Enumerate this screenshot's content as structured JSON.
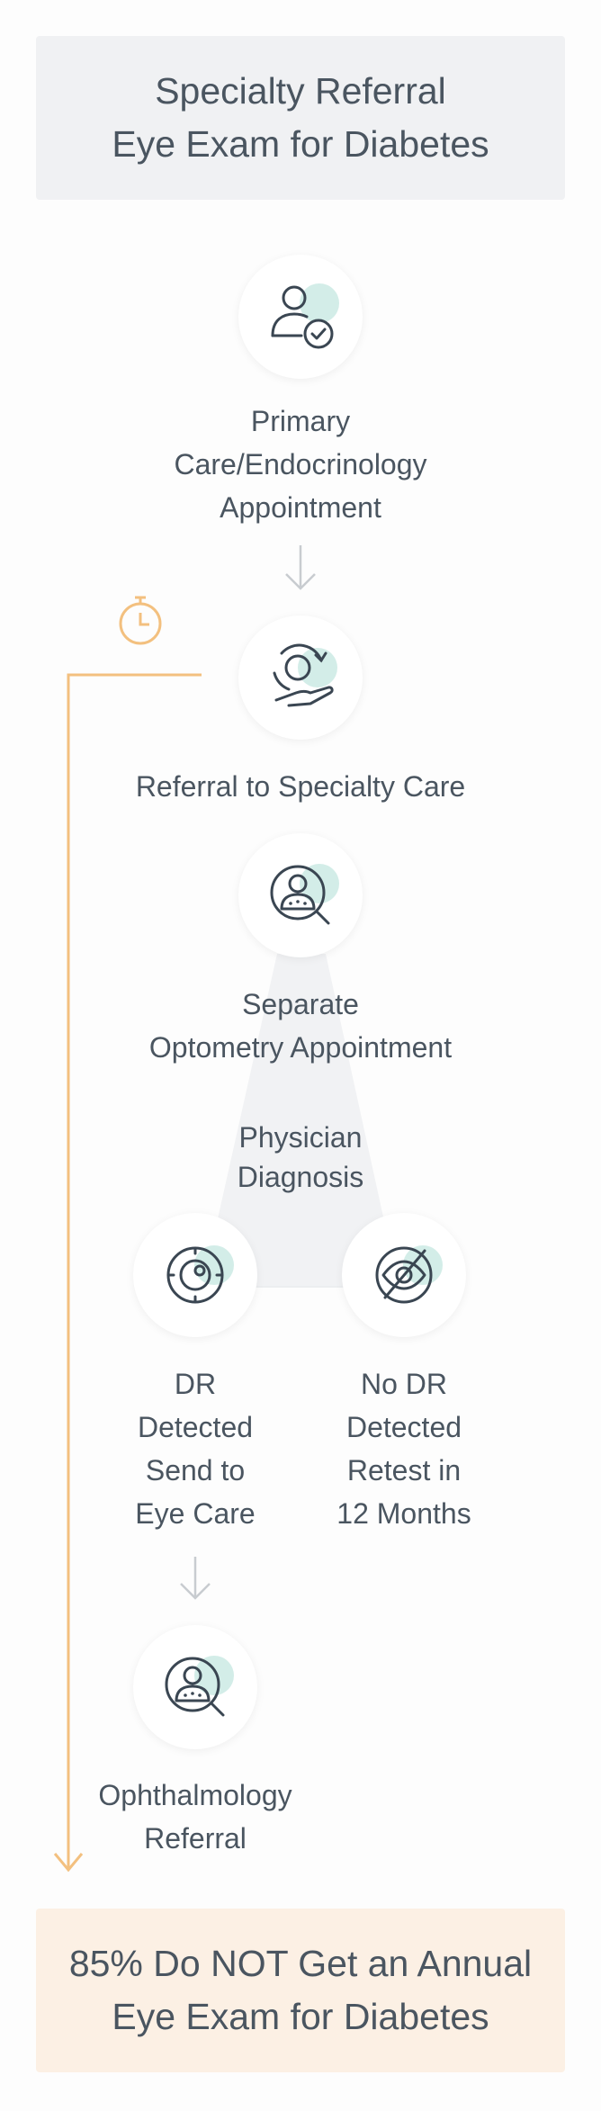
{
  "header": {
    "line1": "Specialty Referral",
    "line2": "Eye Exam for Diabetes"
  },
  "steps": {
    "primary_care": [
      "Primary",
      "Care/Endocrinology",
      "Appointment"
    ],
    "referral": [
      "Referral to Specialty Care"
    ],
    "optometry": [
      "Separate",
      "Optometry Appointment"
    ],
    "diagnosis": [
      "Physician",
      "Diagnosis"
    ],
    "dr_detected": [
      "DR",
      "Detected",
      "Send to",
      "Eye Care"
    ],
    "no_dr": [
      "No DR",
      "Detected",
      "Retest in",
      "12 Months"
    ],
    "ophthalmology": [
      "Ophthalmology",
      "Referral"
    ]
  },
  "footer": {
    "line1": "85% Do NOT Get an Annual",
    "line2": "Eye Exam for Diabetes"
  },
  "colors": {
    "accent_orange": "#f3c07f",
    "icon_stroke": "#3a4652",
    "icon_teal": "#d3ede8",
    "arrow_gray": "#c8ccd0",
    "header_bg": "#f0f1f3",
    "footer_bg": "#fcf0e4"
  },
  "icons": {
    "primary_care": "person-check-icon",
    "referral": "hand-refresh-icon",
    "optometry": "magnify-person-icon",
    "timer": "stopwatch-icon",
    "dr_detected": "eye-lens-icon",
    "no_dr": "eye-slash-icon",
    "ophthalmology": "magnify-person-icon"
  }
}
